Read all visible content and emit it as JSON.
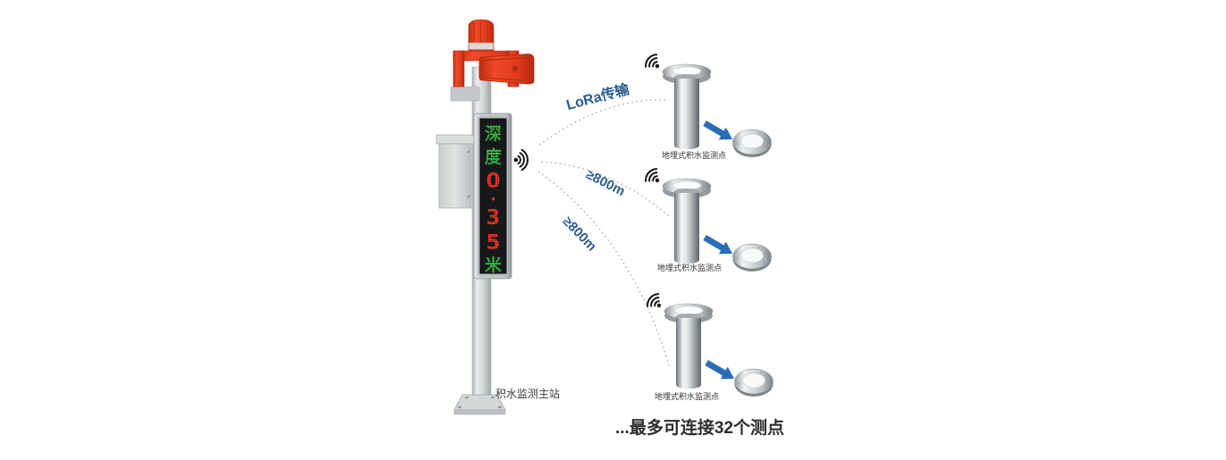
{
  "station": {
    "label": "积水监测主站",
    "display": {
      "reading": "深度0.35米",
      "chars": [
        {
          "text": "深",
          "color": "#3cc144"
        },
        {
          "text": "度",
          "color": "#3cc144"
        },
        {
          "text": "0",
          "color": "#ef3427"
        },
        {
          "text": "·",
          "color": "#ef3427"
        },
        {
          "text": "3",
          "color": "#ef3427"
        },
        {
          "text": "5",
          "color": "#ef3427"
        },
        {
          "text": "米",
          "color": "#3cc144"
        }
      ]
    }
  },
  "links": [
    {
      "label": "LoRa传输"
    },
    {
      "label": "≥800m"
    },
    {
      "label": "≥800m"
    }
  ],
  "sensors": [
    {
      "label": "地埋式积水监测点"
    },
    {
      "label": "地埋式积水监测点"
    },
    {
      "label": "地埋式积水监测点"
    }
  ],
  "footer": {
    "text": "...最多可连接32个测点"
  },
  "colors": {
    "accent_blue": "#2a6cb5",
    "label_blue": "#2a5c8f",
    "led_green": "#3cc144",
    "led_red": "#ef3427",
    "alarm_red": "#e03a1d",
    "dash_line": "#9db5ca"
  }
}
